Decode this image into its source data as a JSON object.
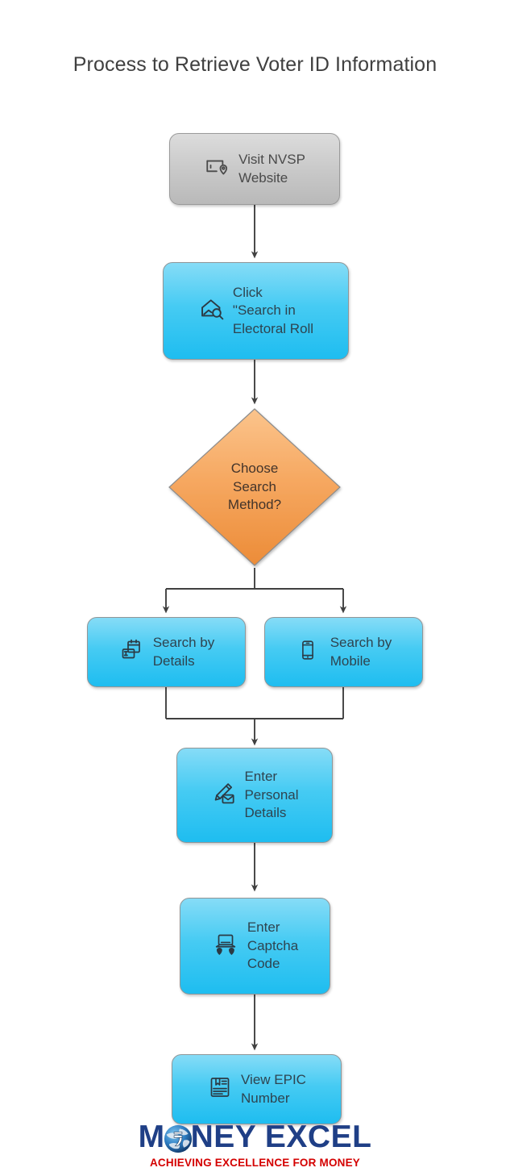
{
  "title": "Process to Retrieve Voter ID Information",
  "colors": {
    "background": "#ffffff",
    "title_text": "#404040",
    "start_fill_top": "#dcdcdc",
    "start_fill_bottom": "#b9b9b9",
    "process_fill_top": "#86dcf7",
    "process_fill_bottom": "#1ebdf0",
    "decision_fill_top": "#f9b878",
    "decision_fill_bottom": "#ee8f3e",
    "node_border": "#9a9a9a",
    "node_text": "#2e4450",
    "connector": "#404040",
    "logo_blue": "#1f3f86",
    "logo_red": "#d40000"
  },
  "chart_data": {
    "type": "diagram",
    "diagram_type": "flowchart",
    "orientation": "top-to-bottom",
    "title": "Process to Retrieve Voter ID Information",
    "nodes": [
      {
        "id": "visit",
        "label": "Visit NVSP\nWebsite",
        "shape": "rounded-rectangle",
        "style": "start",
        "icon": "browser-location-icon"
      },
      {
        "id": "click-search",
        "label": "Click\n\"Search in\nElectoral Roll",
        "shape": "rounded-rectangle",
        "style": "process",
        "icon": "image-search-icon"
      },
      {
        "id": "choose-method",
        "label": "Choose\nSearch\nMethod?",
        "shape": "diamond",
        "style": "decision",
        "icon": null
      },
      {
        "id": "search-details",
        "label": "Search by\nDetails",
        "shape": "rounded-rectangle",
        "style": "process",
        "icon": "form-calendar-icon"
      },
      {
        "id": "search-mobile",
        "label": "Search by\nMobile",
        "shape": "rounded-rectangle",
        "style": "process",
        "icon": "mobile-phone-icon"
      },
      {
        "id": "enter-personal",
        "label": "Enter\nPersonal\nDetails",
        "shape": "rounded-rectangle",
        "style": "process",
        "icon": "pencil-envelope-icon"
      },
      {
        "id": "enter-captcha",
        "label": "Enter\nCaptcha\nCode",
        "shape": "rounded-rectangle",
        "style": "process",
        "icon": "laptop-captcha-icon"
      },
      {
        "id": "view-epic",
        "label": "View EPIC\nNumber",
        "shape": "rounded-rectangle",
        "style": "process",
        "icon": "id-document-icon"
      }
    ],
    "edges": [
      {
        "from": "visit",
        "to": "click-search",
        "label": ""
      },
      {
        "from": "click-search",
        "to": "choose-method",
        "label": ""
      },
      {
        "from": "choose-method",
        "to": "search-details",
        "label": ""
      },
      {
        "from": "choose-method",
        "to": "search-mobile",
        "label": ""
      },
      {
        "from": "search-details",
        "to": "enter-personal",
        "label": ""
      },
      {
        "from": "search-mobile",
        "to": "enter-personal",
        "label": ""
      },
      {
        "from": "enter-personal",
        "to": "enter-captcha",
        "label": ""
      },
      {
        "from": "enter-captcha",
        "to": "view-epic",
        "label": ""
      }
    ]
  },
  "nodes": {
    "visit": {
      "label": "Visit NVSP\nWebsite"
    },
    "click_search": {
      "label": "Click\n\"Search in\nElectoral Roll"
    },
    "choose_method": {
      "label": "Choose\nSearch\nMethod?"
    },
    "search_details": {
      "label": "Search by\nDetails"
    },
    "search_mobile": {
      "label": "Search by\nMobile"
    },
    "enter_personal": {
      "label": "Enter\nPersonal\nDetails"
    },
    "enter_captcha": {
      "label": "Enter\nCaptcha\nCode"
    },
    "view_epic": {
      "label": "View EPIC\nNumber"
    }
  },
  "logo": {
    "word_one": "M",
    "word_two": "NEY EXCEL",
    "tagline": "ACHIEVING EXCELLENCE FOR MONEY"
  }
}
